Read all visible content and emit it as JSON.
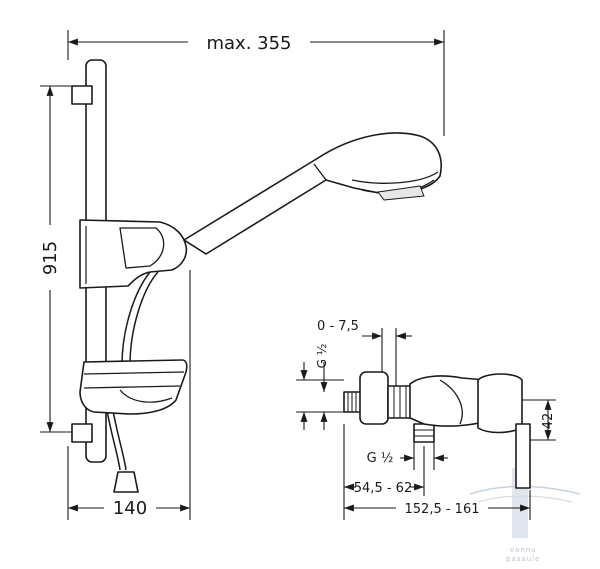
{
  "dimensions": {
    "max_width": "max. 355",
    "height": "915",
    "base_width": "140",
    "offset": "0 - 7,5",
    "inlet_thread_left": "G ½",
    "inlet_thread_bottom": "G ½",
    "valve_height": "42",
    "inlet_spacing": "54,5 - 62",
    "mixer_length": "152,5 - 161"
  },
  "watermark": {
    "line1": "vannu",
    "line2": "pasaule"
  },
  "colors": {
    "line": "#1a1a1a",
    "watermark": "#c9d3dc",
    "watermark_bar": "#dfe6ee"
  }
}
